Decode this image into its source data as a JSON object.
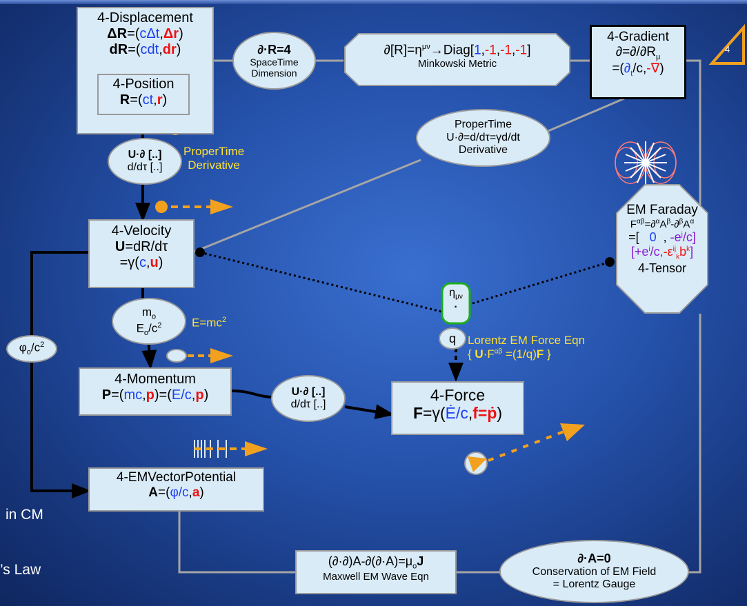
{
  "nodes": {
    "displacement": {
      "title": "4-Displacement",
      "l1a": "ΔR",
      "l1b": "=(",
      "l1c": "cΔt",
      ",": ",",
      "l1d": "Δr",
      "close": ")",
      "l2a": "dR",
      "l2c": "cdt",
      "l2d": "dr"
    },
    "position": {
      "title": "4-Position",
      "a": "R",
      "b": "=(",
      "c": "ct",
      "d": "r",
      "e": ")"
    },
    "spacetime": {
      "l1": "∂·R=4",
      "l2": "SpaceTime",
      "l3": "Dimension"
    },
    "minkowski": {
      "l1a": "∂[R]=η",
      "sup": "μν",
      "l1b": "→Diag[",
      "v1": "1",
      "v2": "-1",
      "v3": "-1",
      "v4": "-1",
      "l1c": "]",
      "l2": "Minkowski Metric"
    },
    "gradient": {
      "title": "4-Gradient",
      "l2": "∂=∂/∂R",
      "sub": "μ",
      "l3a": "=(",
      "l3b": "∂",
      "l3sub": "t",
      "l3c": "/c,",
      "l3d": "-∇",
      "l3e": ")"
    },
    "propertime_top": {
      "l1": "ProperTime",
      "l2": "U·∂=d/dτ=γd/dt",
      "l3": "Derivative"
    },
    "propertime_left": {
      "l1": "U·∂ [..]",
      "l2": "d/dτ [..]",
      "label1": "ProperTime",
      "label2": "Derivative"
    },
    "velocity": {
      "title": "4-Velocity",
      "l2a": "U",
      "l2b": "=dR/dτ",
      "l3a": "=γ(",
      "l3b": "c",
      ",": ",",
      "l3c": "u",
      "l3d": ")"
    },
    "mass": {
      "l1": "m",
      "l1sub": "o",
      "l2": "E",
      "l2sub": "o",
      "l2b": "/c",
      "l2sup": "2",
      "label": "E=mc",
      "labelsup": "2"
    },
    "momentum": {
      "title": "4-Momentum",
      "a": "P",
      "b": "=(",
      "c": "mc",
      "d": "p",
      "e": ")=(",
      "f": "E/c",
      "g": "p",
      "h": ")"
    },
    "propertime_mid": {
      "l1": "U·∂ [..]",
      "l2": "d/dτ [..]"
    },
    "force": {
      "title": "4-Force",
      "a": "F",
      "b": "=γ(",
      "c": "Ė/c",
      ",": ",",
      "d": "f=ṗ",
      "e": ")"
    },
    "lorentz": {
      "q": "q",
      "eta": "η",
      "etasub": "μν",
      "dot": "·",
      "l1": "Lorentz EM Force Eqn",
      "l2a": "{ ",
      "l2b": "U",
      "l2c": "·F",
      "l2sup": "αβ",
      "l2d": " =(1/q)",
      "l2e": "F",
      "l2f": " }"
    },
    "faraday": {
      "l1": "EM Faraday",
      "l2": "F",
      "l2sup": "αβ",
      "l2b": "=∂",
      "l2c": "α",
      "l2d": "A",
      "l2e": "β",
      "l2f": "-∂",
      "l2g": "β",
      "l2h": "A",
      "l2i": "α",
      "l3a": "=[   ",
      "l3b": "0",
      "l3c": "  , ",
      "l3d": "-e",
      "l3dsup": "j",
      "l3e": "/c]",
      "l4a": "[",
      "l4b": "+e",
      "l4bsup": "i",
      "l4c": "/c,",
      "l4d": "-ε",
      "l4dsup": "ij",
      "l4dsub": "k",
      "l4e": "b",
      "l4esup": "k",
      "l4f": "]",
      "l5": "4-Tensor"
    },
    "phi": {
      "l1": "φ",
      "sub": "o",
      "l2": "/c",
      "sup": "2"
    },
    "potential": {
      "title": "4-EMVectorPotential",
      "a": "A",
      "b": "=(",
      "c": "φ/c",
      ",": ",",
      "d": "a",
      "e": ")"
    },
    "maxwell": {
      "l1": "(∂·∂)A-∂(∂·A)=μ",
      "l1sub": "o",
      "l1b": "J",
      "l2": "Maxwell EM Wave Eqn"
    },
    "gauge": {
      "l1": "∂·A=0",
      "l2": "Conservation of EM Field",
      "l3": "= Lorentz Gauge"
    },
    "badge": {
      "num": "4"
    }
  },
  "edge_text": {
    "in_cm": "in CM",
    "law": "’s Law"
  },
  "colors": {
    "accent": "#f2a11f",
    "node_fill": "#d9ebf7",
    "label_yellow": "#ffe033",
    "line_gray": "#a5a5a5"
  }
}
